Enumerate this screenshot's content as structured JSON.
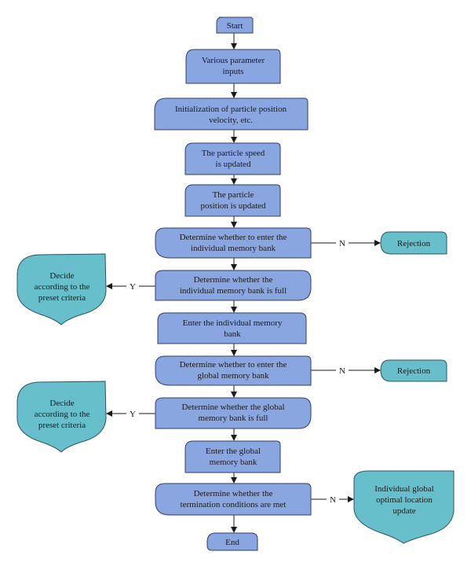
{
  "nodes": {
    "start": "Start",
    "params": [
      "Various parameter",
      "inputs"
    ],
    "init": [
      "Initialization of particle position",
      "velocity, etc."
    ],
    "speed": [
      "The particle speed",
      "is updated"
    ],
    "position": [
      "The particle",
      "position is updated"
    ],
    "enter_individual_q": [
      "Determine whether to enter the",
      "individual memory bank"
    ],
    "individual_full_q": [
      "Determine whether the",
      "individual memory bank is full"
    ],
    "enter_individual": [
      "Enter the individual memory",
      "bank"
    ],
    "enter_global_q": [
      "Determine whether to enter the",
      "global memory bank"
    ],
    "global_full_q": [
      "Determine whether the global",
      "memory bank is full"
    ],
    "enter_global": [
      "Enter the global",
      "memory bank"
    ],
    "termination_q": [
      "Determine whether the",
      "termination conditions are met"
    ],
    "end": "End",
    "rejection_1": "Rejection",
    "rejection_2": "Rejection",
    "decide_1": [
      "Decide",
      "according to the",
      "preset criteria"
    ],
    "decide_2": [
      "Decide",
      "according to the",
      "preset criteria"
    ],
    "global_update": [
      "Individual global",
      "optimal location",
      "update"
    ]
  },
  "edge_labels": {
    "n1": "N",
    "y1": "Y",
    "n2": "N",
    "y2": "Y",
    "n3": "N"
  },
  "colors": {
    "process_fill": "#8aa6e0",
    "side_fill": "#68bfcc"
  }
}
